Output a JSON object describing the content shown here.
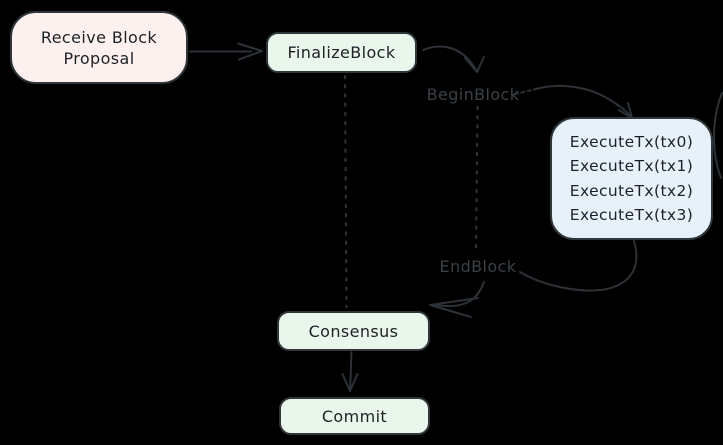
{
  "theme": {
    "background": "#000000",
    "stroke": "#2c3237",
    "label": "#3a4046",
    "node_text": "#1d2126",
    "node_border": "#30373b",
    "fill_pink": "#fcf1ef",
    "fill_green": "#e9f6ec",
    "fill_blue": "#e7f1f9"
  },
  "nodes": {
    "receive": {
      "label": "Receive Block Proposal"
    },
    "finalize": {
      "label": "FinalizeBlock"
    },
    "execute": {
      "lines": [
        "ExecuteTx(tx0)",
        "ExecuteTx(tx1)",
        "ExecuteTx(tx2)",
        "ExecuteTx(tx3)"
      ]
    },
    "consensus": {
      "label": "Consensus"
    },
    "commit": {
      "label": "Commit"
    }
  },
  "labels": {
    "begin_block": "BeginBlock",
    "end_block": "EndBlock"
  }
}
